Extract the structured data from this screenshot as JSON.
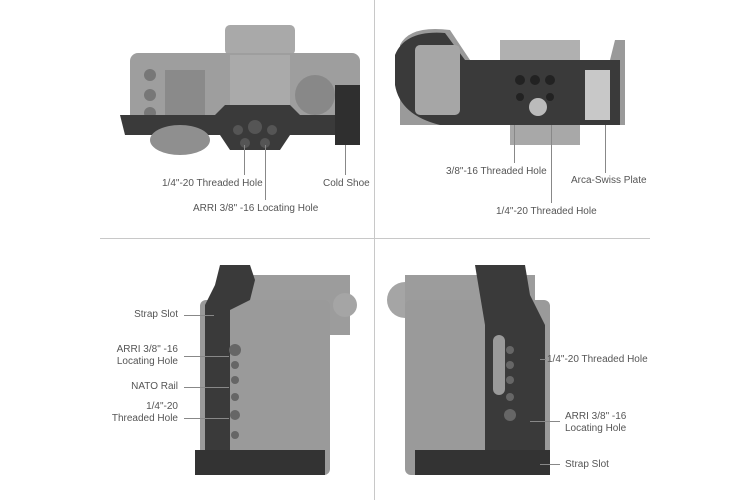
{
  "panels": [
    {
      "id": "top-view",
      "labels": [
        {
          "text": "1/4\"-20 Threaded Hole"
        },
        {
          "text": "Cold Shoe"
        },
        {
          "text": "ARRI 3/8\" -16 Locating Hole"
        }
      ]
    },
    {
      "id": "bottom-view",
      "labels": [
        {
          "text": "3/8\"-16 Threaded Hole"
        },
        {
          "text": "Arca-Swiss Plate"
        },
        {
          "text": "1/4\"-20 Threaded Hole"
        }
      ]
    },
    {
      "id": "left-side-view",
      "labels": [
        {
          "text": "Strap Slot"
        },
        {
          "text": "ARRI 3/8\" -16",
          "text2": "Locating Hole"
        },
        {
          "text": "NATO Rail"
        },
        {
          "text": "1/4\"-20",
          "text2": "Threaded Hole"
        }
      ]
    },
    {
      "id": "right-side-view",
      "labels": [
        {
          "text": "1/4\"-20 Threaded Hole"
        },
        {
          "text": "ARRI 3/8\" -16",
          "text2": "Locating Hole"
        },
        {
          "text": "Strap Slot"
        }
      ]
    }
  ]
}
